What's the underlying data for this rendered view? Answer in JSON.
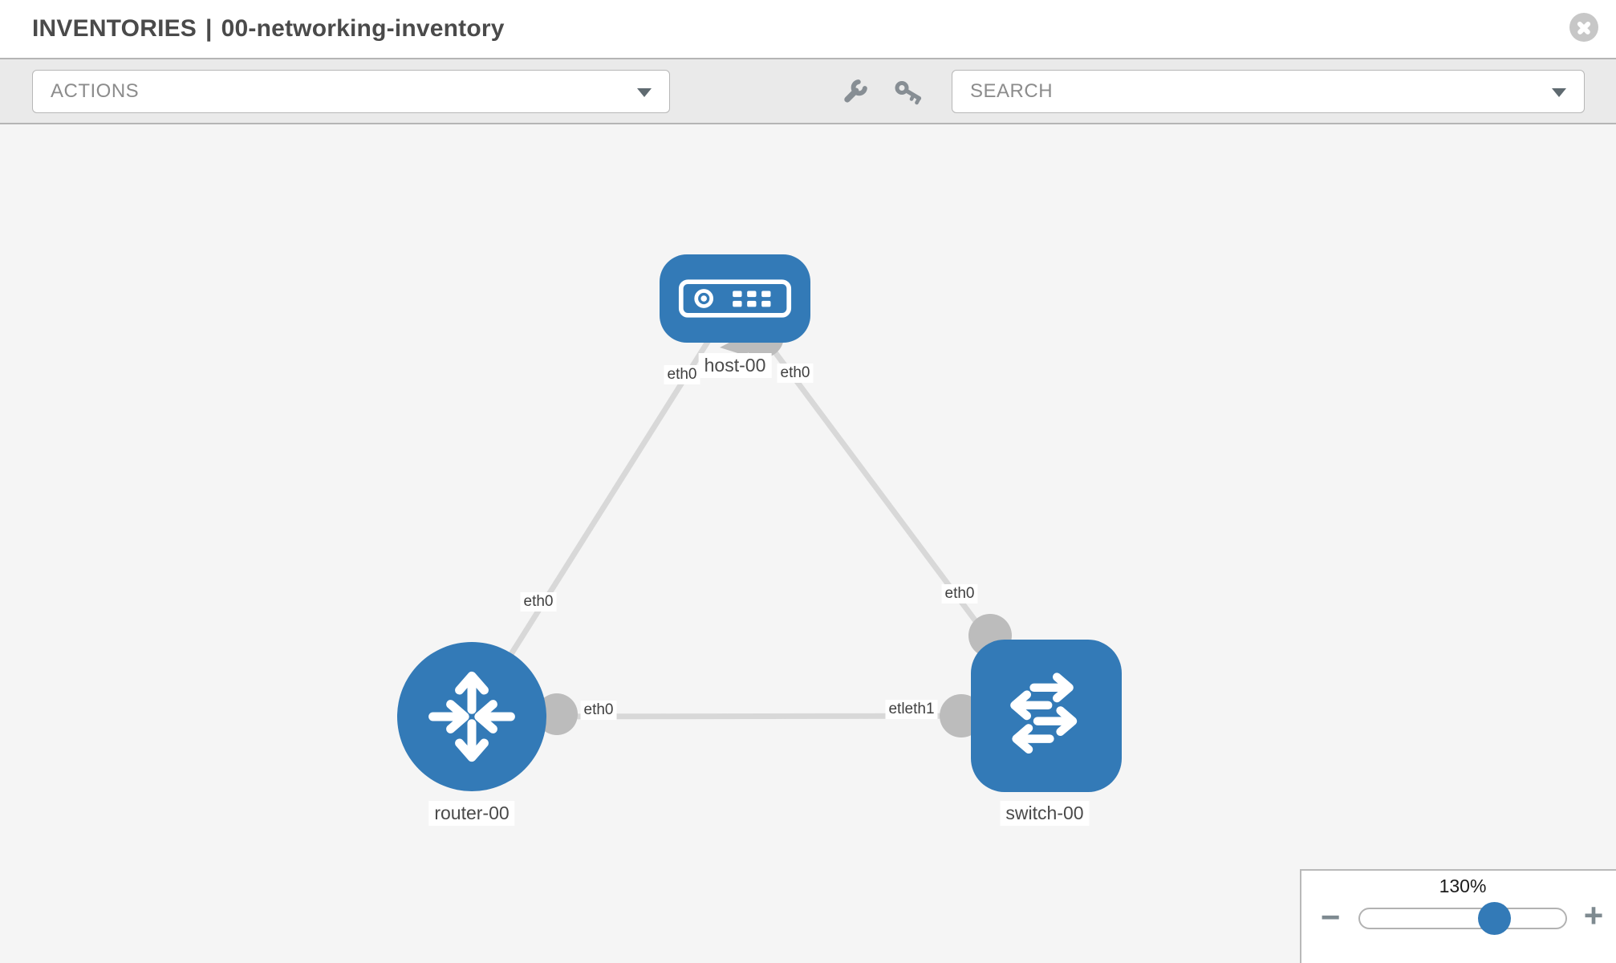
{
  "header": {
    "section": "INVENTORIES",
    "separator": "|",
    "inventory_name": "00-networking-inventory"
  },
  "toolbar": {
    "actions_label": "ACTIONS",
    "search_placeholder": "SEARCH"
  },
  "topology": {
    "nodes": [
      {
        "label": "host-00",
        "type": "host"
      },
      {
        "label": "router-00",
        "type": "router"
      },
      {
        "label": "switch-00",
        "type": "switch"
      }
    ],
    "links": [
      {
        "source": "host-00",
        "target": "router-00",
        "labels": [
          "eth0",
          "eth0"
        ]
      },
      {
        "source": "host-00",
        "target": "switch-00",
        "labels": [
          "eth0",
          "eth0"
        ]
      },
      {
        "source": "router-00",
        "target": "switch-00",
        "labels": [
          "eth0",
          "etleth1"
        ]
      }
    ]
  },
  "zoom_control": {
    "level": "130%",
    "zoom_out": "−",
    "zoom_in": "+"
  },
  "colors": {
    "node_fill": "#337ab7",
    "link": "#d8d8d8",
    "connector": "#bcbcbc",
    "toolbar_bg": "#eaeaea",
    "canvas_bg": "#f5f5f5"
  }
}
